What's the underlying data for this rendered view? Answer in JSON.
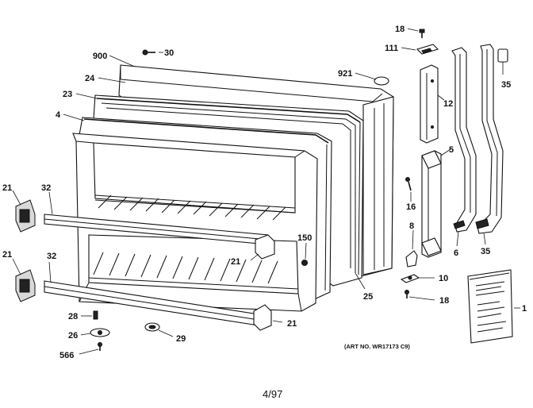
{
  "callouts": {
    "c18a": "18",
    "c111": "111",
    "c900": "900",
    "c30": "30",
    "c921": "921",
    "c35a": "35",
    "c24": "24",
    "c23": "23",
    "c12": "12",
    "c4": "4",
    "c5": "5",
    "c21a": "21",
    "c32a": "32",
    "c16": "16",
    "c8": "8",
    "c150": "150",
    "c21b": "21",
    "c6": "6",
    "c35b": "35",
    "c21c": "21",
    "c32b": "32",
    "c10": "10",
    "c25": "25",
    "c18b": "18",
    "c1": "1",
    "c28": "28",
    "c21d": "21",
    "c26": "26",
    "c29": "29",
    "c566": "566"
  },
  "art_number": "(ART NO. WR17173 C9)",
  "page_number": "4/97"
}
